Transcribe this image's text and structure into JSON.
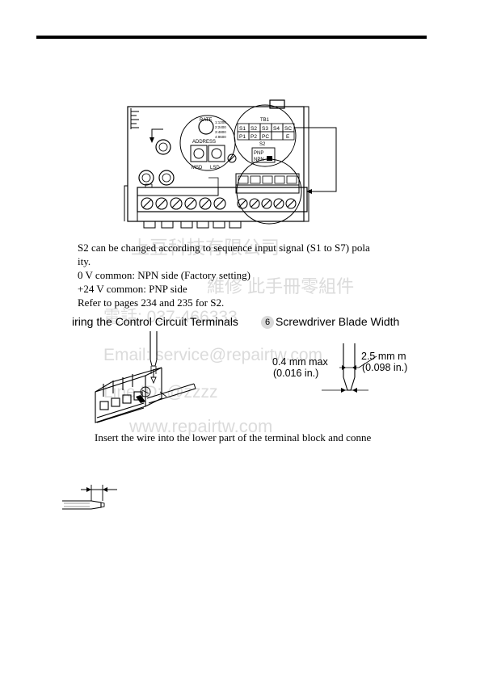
{
  "figure_labels": {
    "rate": "RATE",
    "address": "ADDRESS",
    "msd": "MSD",
    "lsd": "LSD",
    "tb1": "TB1",
    "s2": "S2",
    "pnp": "PNP",
    "npn": "NPN",
    "rate_opts": [
      "1:1200",
      "2:2400",
      "3:4800",
      "4:9600"
    ],
    "tb1_top": [
      "S1",
      "S2",
      "S3",
      "S4",
      "SC"
    ],
    "tb1_bottom": [
      "P1",
      "P2",
      "PC",
      "",
      "E"
    ]
  },
  "captions": [
    "S2 can be changed according to sequence input signal (S1 to S7) pola",
    "ity.",
    "0 V common: NPN side (Factory setting)",
    "+24 V common: PNP side",
    "Refer to pages 234 and 235 for S2."
  ],
  "heading_left": "iring the Control Circuit Terminals",
  "heading_badge": "6",
  "heading_right": "Screwdriver Blade Width",
  "dim_thickness": "0.4 mm max",
  "dim_thickness_in": "(0.016 in.)",
  "dim_width": "2.5 mm m",
  "dim_width_in": "(0.098 in.)",
  "insert_text": "Insert the wire into the lower part of the terminal block and conne",
  "watermarks": {
    "company": "上豆科技有限公司",
    "service": "維修 此手冊零組件",
    "phone": "電話:  037-466333",
    "email": "Email:   service@repairtw.com",
    "line": "Line ID:  @zzzz",
    "site": "www.repairtw.com"
  }
}
